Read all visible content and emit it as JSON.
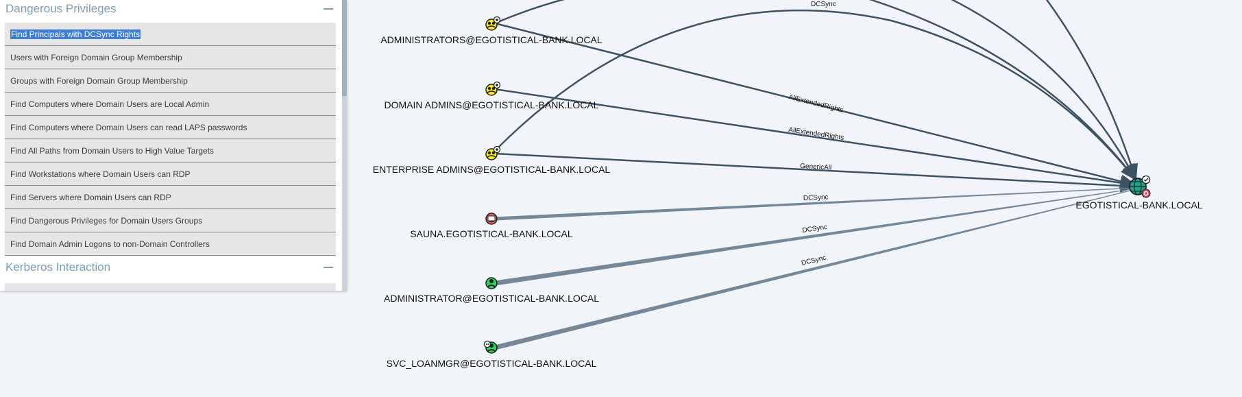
{
  "queries_panel": {
    "section1_title": "Dangerous Privileges",
    "queries": [
      "Find Principals with DCSync Rights",
      "Users with Foreign Domain Group Membership",
      "Groups with Foreign Domain Group Membership",
      "Find Computers where Domain Users are Local Admin",
      "Find Computers where Domain Users can read LAPS passwords",
      "Find All Paths from Domain Users to High Value Targets",
      "Find Workstations where Domain Users can RDP",
      "Find Servers where Domain Users can RDP",
      "Find Dangerous Privileges for Domain Users Groups",
      "Find Domain Admin Logons to non-Domain Controllers"
    ],
    "selected_query": "Find Principals with DCSync Rights",
    "section2_title": "Kerberos Interaction"
  },
  "graph": {
    "nodes": [
      {
        "id": "administrators",
        "label": "ADMINISTRATORS@EGOTISTICAL-BANK.LOCAL",
        "type": "group",
        "icon": "group-icon",
        "color": "#f5e62b"
      },
      {
        "id": "domain_admins",
        "label": "DOMAIN ADMINS@EGOTISTICAL-BANK.LOCAL",
        "type": "group",
        "icon": "group-icon",
        "color": "#f5e62b"
      },
      {
        "id": "enterprise_admins",
        "label": "ENTERPRISE ADMINS@EGOTISTICAL-BANK.LOCAL",
        "type": "group",
        "icon": "group-icon",
        "color": "#f5e62b"
      },
      {
        "id": "sauna",
        "label": "SAUNA.EGOTISTICAL-BANK.LOCAL",
        "type": "computer",
        "icon": "computer-icon",
        "color": "#e06060"
      },
      {
        "id": "administrator",
        "label": "ADMINISTRATOR@EGOTISTICAL-BANK.LOCAL",
        "type": "user",
        "icon": "user-icon",
        "color": "#2fd15a"
      },
      {
        "id": "svc_loanmgr",
        "label": "SVC_LOANMGR@EGOTISTICAL-BANK.LOCAL",
        "type": "user",
        "icon": "user-icon",
        "color": "#2fd15a"
      },
      {
        "id": "domain",
        "label": "EGOTISTICAL-BANK.LOCAL",
        "type": "domain",
        "icon": "domain-globe-icon",
        "color": "#17a589"
      }
    ],
    "edges": [
      {
        "from": "administrators",
        "to": "domain",
        "label": "AllExtendedRights"
      },
      {
        "from": "domain_admins",
        "to": "domain",
        "label": "AllExtendedRights"
      },
      {
        "from": "enterprise_admins",
        "to": "domain",
        "label": "GenericAll"
      },
      {
        "from": "enterprise_admins",
        "to": "domain",
        "label": "DCSync"
      },
      {
        "from": "sauna",
        "to": "domain",
        "label": "DCSync"
      },
      {
        "from": "administrator",
        "to": "domain",
        "label": "DCSync"
      },
      {
        "from": "svc_loanmgr",
        "to": "domain",
        "label": "DCSync"
      }
    ],
    "colors": {
      "edge_dark": "#3d5263",
      "edge_light": "#75889a",
      "background": "#f1f4f8"
    }
  }
}
